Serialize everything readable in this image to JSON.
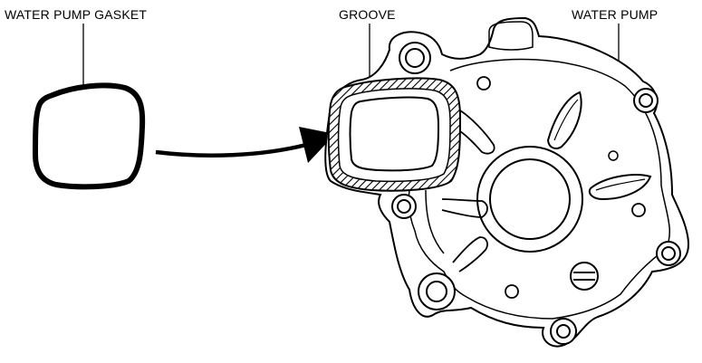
{
  "labels": {
    "gasket": "WATER PUMP GASKET",
    "groove": "GROOVE",
    "pump": "WATER PUMP"
  },
  "colors": {
    "line": "#000000",
    "background": "#ffffff"
  }
}
